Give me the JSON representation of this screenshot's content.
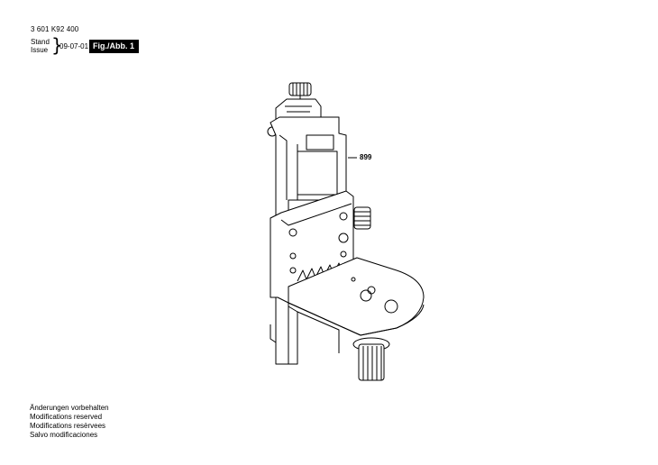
{
  "header": {
    "part_number": "3 601 K92 400",
    "stand_label": "Stand",
    "issue_label": "Issue",
    "date": "09-07-01",
    "figure_label": "Fig./Abb. 1"
  },
  "drawing": {
    "callout_number": "899"
  },
  "footer": {
    "lines": [
      "Änderungen vorbehalten",
      "Modifications reserved",
      "Modifications resèrvees",
      "Salvo modificaciones"
    ]
  }
}
